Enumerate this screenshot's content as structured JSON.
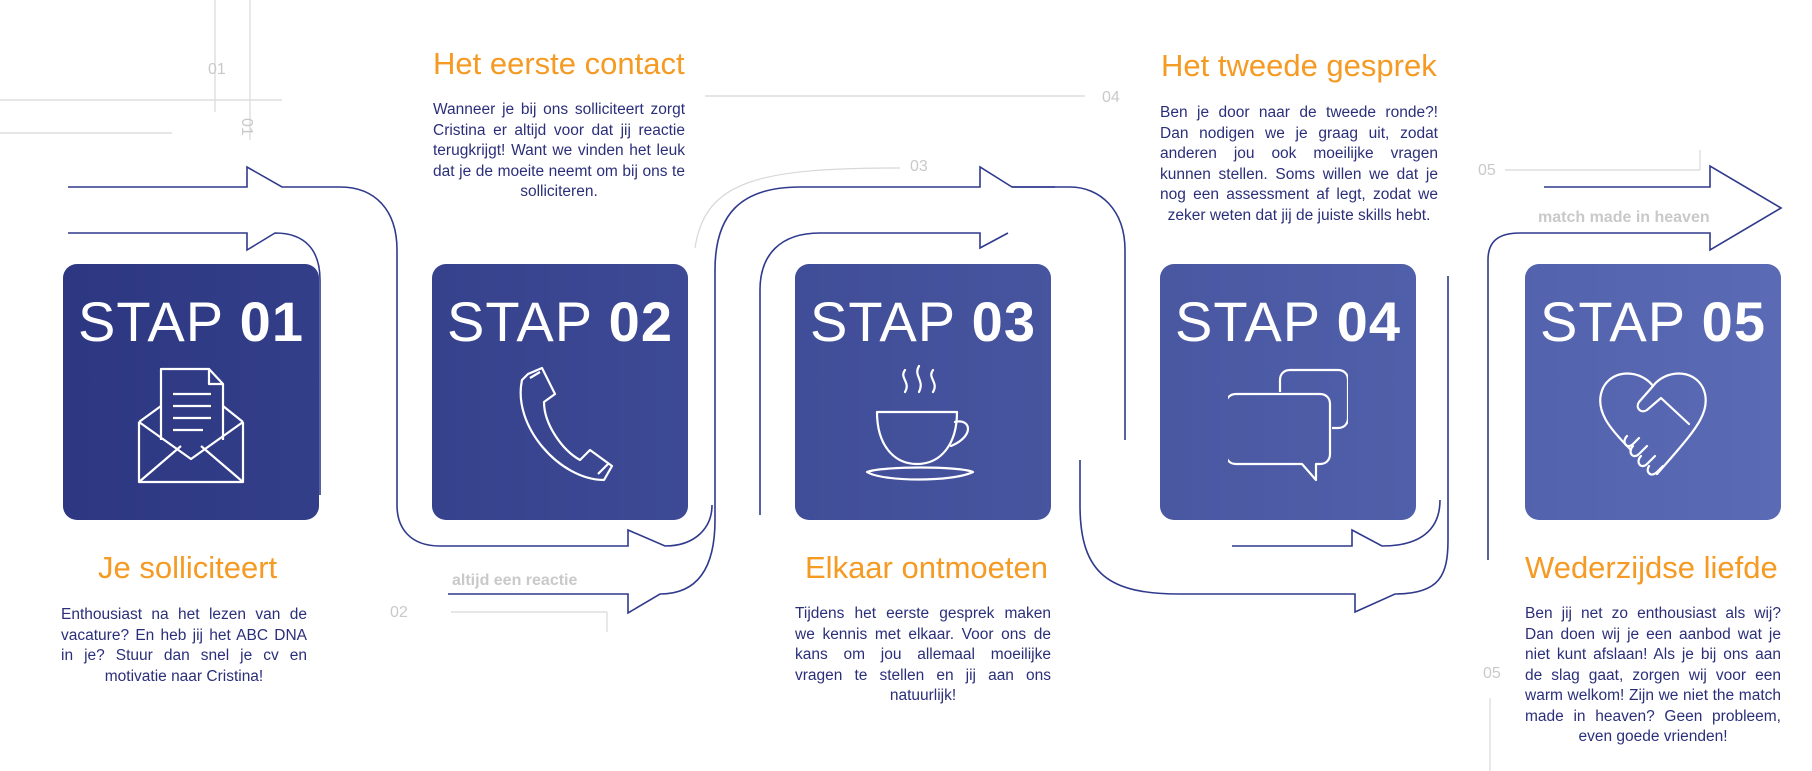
{
  "colors": {
    "heading": "#f59a23",
    "body_text": "#2b2f7a",
    "line": "#2f3a8c",
    "card_start": "#2b3580",
    "card_end": "#5b6bb5",
    "muted": "#c9c9c9"
  },
  "steps": [
    {
      "prefix": "STAP",
      "number": "01",
      "icon": "envelope-letter-icon",
      "heading": "Je solliciteert",
      "text": "Enthousiast na het lezen van de vacature? En heb jij het ABC DNA in je? Stuur dan snel je cv en motivatie naar Cristina!"
    },
    {
      "prefix": "STAP",
      "number": "02",
      "icon": "phone-icon",
      "heading": "Het eerste contact",
      "text": "Wanneer je bij ons solliciteert zorgt Cristina er altijd voor dat jij reactie terugkrijgt! Want we vinden het leuk dat je de moeite neemt om bij ons te solliciteren."
    },
    {
      "prefix": "STAP",
      "number": "03",
      "icon": "coffee-cup-icon",
      "heading": "Elkaar ontmoeten",
      "text": "Tijdens het eerste gesprek maken we kennis met elkaar. Voor ons de kans om jou allemaal moeilijke vragen te stellen en jij aan ons natuurlijk!"
    },
    {
      "prefix": "STAP",
      "number": "04",
      "icon": "speech-bubbles-icon",
      "heading": "Het tweede gesprek",
      "text": "Ben je door naar de tweede ronde?! Dan nodigen we je graag uit, zodat anderen jou ook moeilijke vragen kunnen stellen. Soms willen we dat je nog een assessment af legt, zodat we zeker weten dat jij de juiste skills hebt."
    },
    {
      "prefix": "STAP",
      "number": "05",
      "icon": "heart-handshake-icon",
      "heading": "Wederzijdse liefde",
      "text": "Ben jij net zo enthousiast als wij? Dan doen wij je een aanbod wat je niet kunt afslaan! Als je bij ons aan de slag gaat, zorgen wij voor een warm welkom! Zijn we niet the match made in heaven? Geen probleem, even goede vrienden!"
    }
  ],
  "annotations": {
    "n01_top": "01",
    "n01_vertical": "01",
    "n02": "02",
    "n03": "03",
    "n04": "04",
    "n05_top": "05",
    "n05_bottom": "05",
    "tag_reply": "altijd een reactie",
    "tag_match": "match made in heaven"
  }
}
